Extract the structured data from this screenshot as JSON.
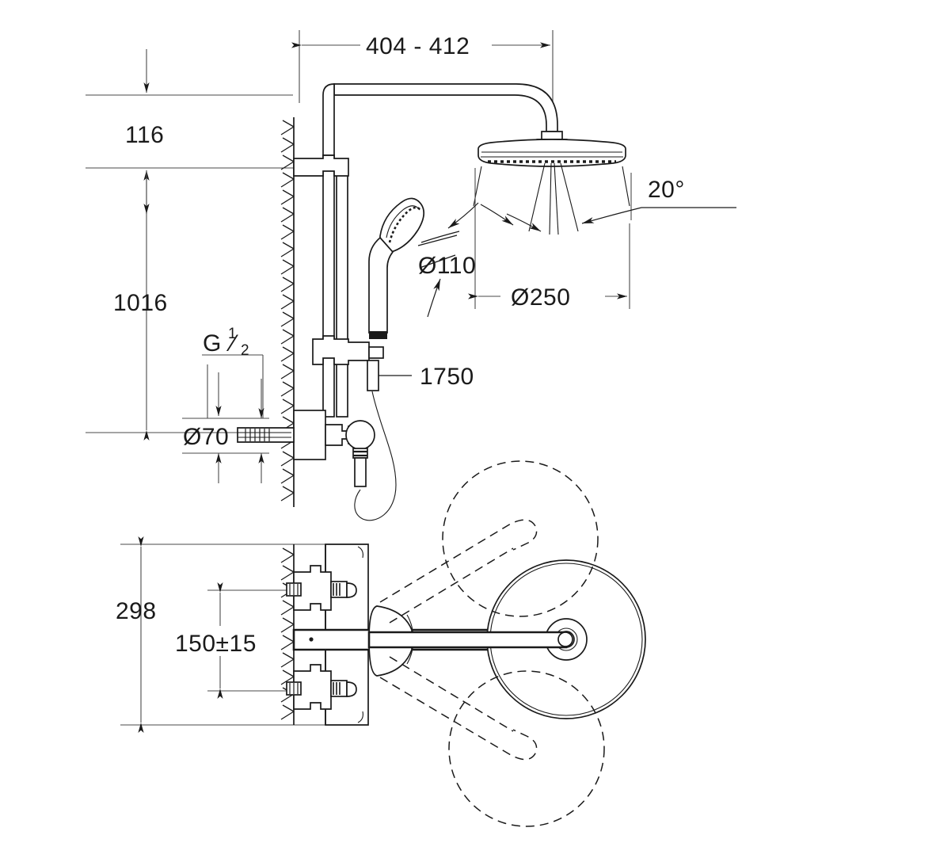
{
  "drawing": {
    "title": "Shower system dimensional drawing",
    "units": "mm",
    "line_color": "#1a1a1a",
    "background": "#ffffff"
  },
  "dimensions": {
    "top_horizontal": "404 - 412",
    "upper_left_vertical": "116",
    "main_left_vertical": "1016",
    "thread_callout": "G",
    "thread_fraction_numerator": "1",
    "thread_fraction_denominator": "2",
    "inlet_diameter": "Ø70",
    "handshower_diameter": "Ø110",
    "headshower_diameter": "Ø250",
    "spray_angle": "20°",
    "hose_length": "1750",
    "lower_overall_height": "298",
    "inlet_centers": "150±15"
  },
  "views": {
    "main_elevation": "side-elevation-shower-system",
    "detail_lower": "thermostat-mixer-side-view",
    "detail_handle": "lever-handle-rotation-plan"
  },
  "components": {
    "wall": "hatched-wall-section",
    "riser_pipe": "vertical-riser-pipe",
    "head_shower": "round-head-shower",
    "hand_shower": "hand-shower",
    "shower_rail": "shower-rail-slider",
    "hose": "flexible-shower-hose",
    "mixer": "thermostatic-mixer-body",
    "lever": "lever-handle",
    "rosette": "wall-rosette",
    "escutcheon": "round-escutcheon-plate"
  }
}
